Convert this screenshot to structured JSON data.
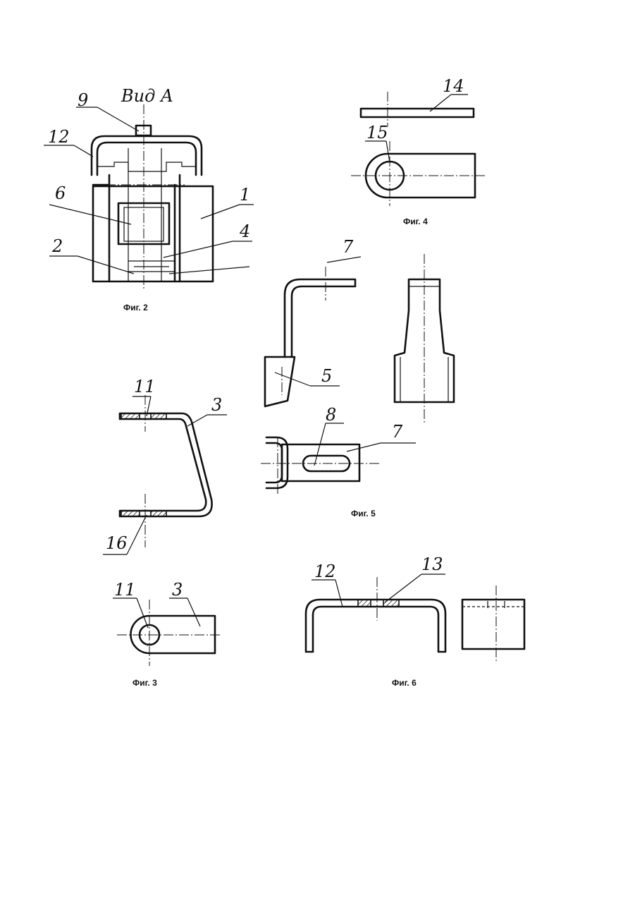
{
  "view_label": "Вид А",
  "figures": {
    "fig2": {
      "caption": "Фиг. 2",
      "labels": {
        "l9": "9",
        "l12": "12",
        "l6": "6",
        "l2": "2",
        "l1": "1",
        "l4": "4"
      }
    },
    "fig4": {
      "caption": "Фиг. 4",
      "labels": {
        "l14": "14",
        "l15": "15"
      }
    },
    "fig5": {
      "caption": "Фиг. 5",
      "labels": {
        "l7a": "7",
        "l5": "5",
        "l8": "8",
        "l7b": "7"
      }
    },
    "fig3": {
      "caption": "Фиг. 3",
      "labels": {
        "l11a": "11",
        "l3a": "3",
        "l16": "16",
        "l11b": "11",
        "l3b": "3"
      }
    },
    "fig6": {
      "caption": "Фиг. 6",
      "labels": {
        "l12": "12",
        "l13": "13"
      }
    }
  }
}
